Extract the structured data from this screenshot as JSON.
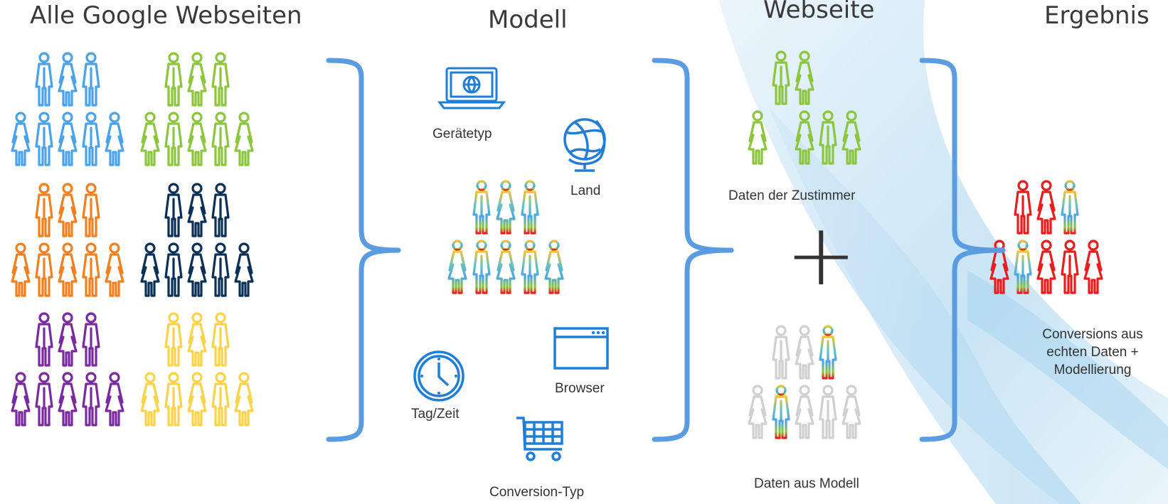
{
  "titles": {
    "all_sites": "Alle Google Webseiten",
    "model": "Modell",
    "website": "Webseite",
    "result": "Ergebnis"
  },
  "model_factors": {
    "device_type": "Gerätetyp",
    "country": "Land",
    "browser": "Browser",
    "day_time": "Tag/Zeit",
    "conversion_type": "Conversion-Typ"
  },
  "website": {
    "consent_data": "Daten der Zustimmer",
    "plus": "+",
    "model_data": "Daten aus Modell"
  },
  "result": {
    "caption_line1": "Conversions aus",
    "caption_line2": "echten Daten +",
    "caption_line3": "Modellierung"
  },
  "colors": {
    "blue": "#4aa3e8",
    "green": "#8cc63f",
    "orange": "#f08020",
    "navy": "#0b3057",
    "purple": "#7a2a9e",
    "yellow": "#fbd34a",
    "grey": "#d0d0d0",
    "red": "#e61e1e",
    "icon_blue": "#1f7fd6",
    "brace": "#5b9be0"
  },
  "icons": [
    "laptop-icon",
    "globe-icon",
    "browser-window-icon",
    "clock-icon",
    "shopping-cart-icon",
    "person-icon",
    "plus-sign"
  ]
}
